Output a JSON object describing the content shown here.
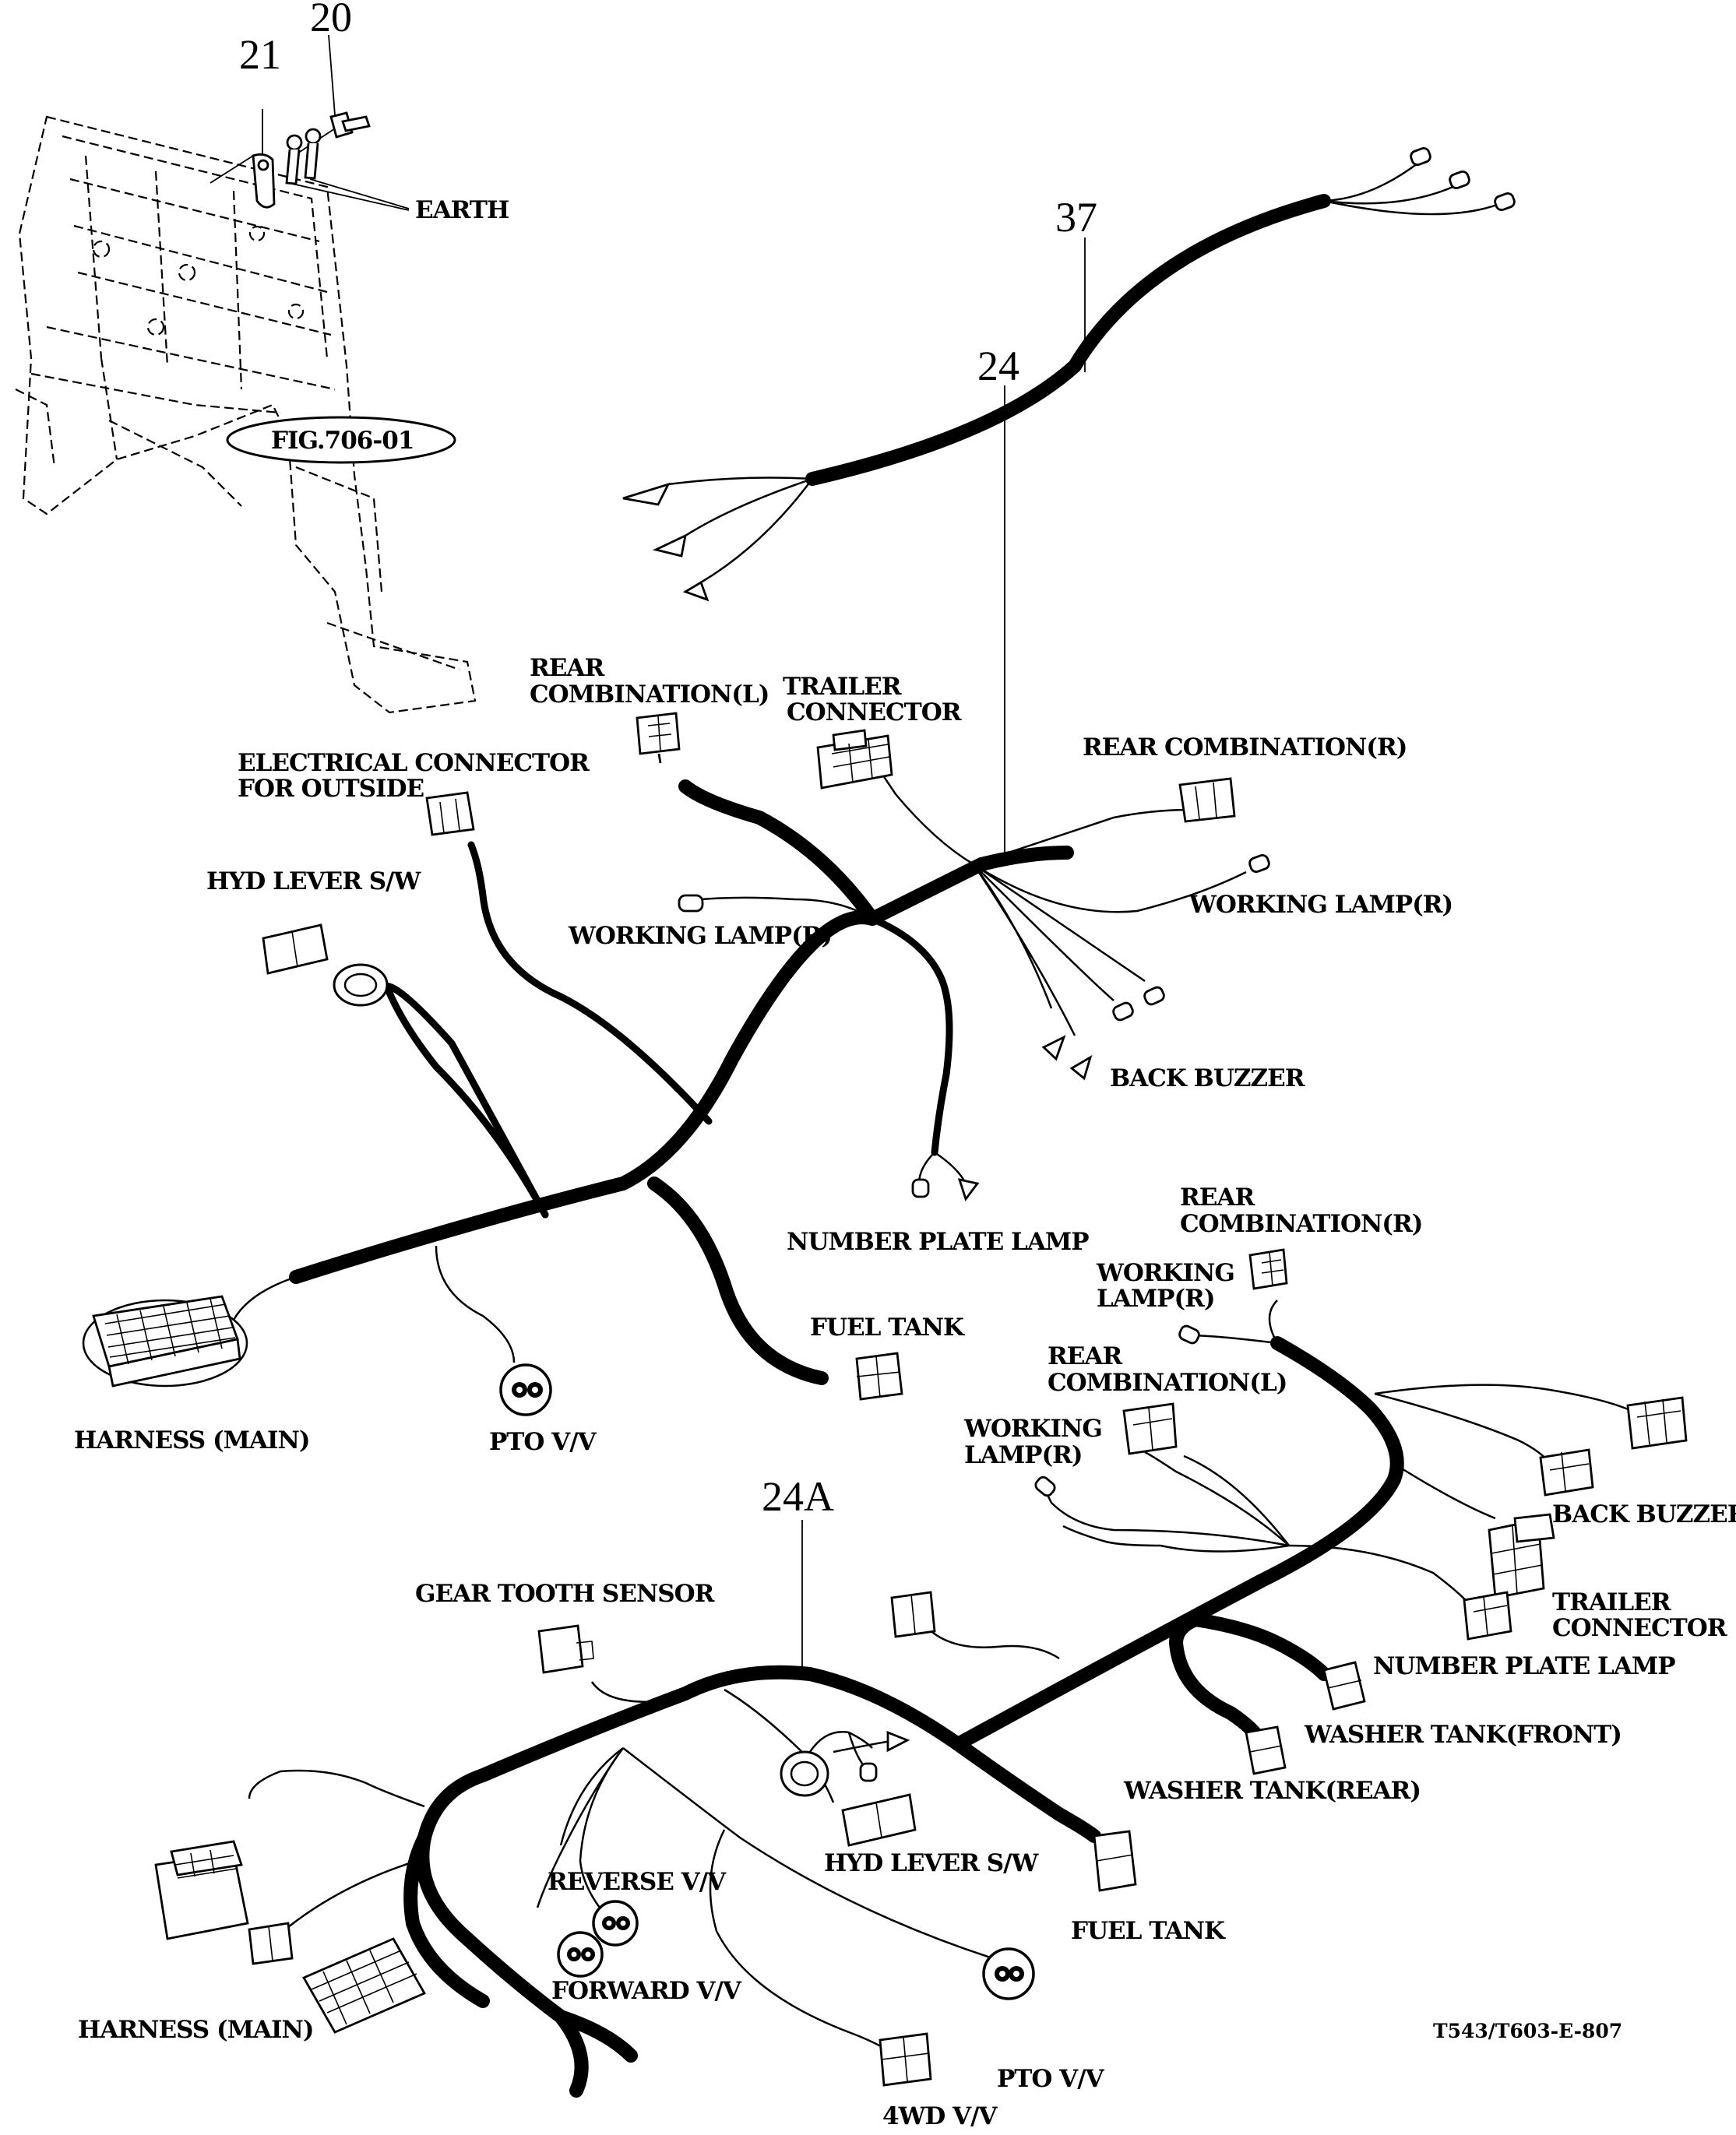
{
  "parts": {
    "p20": "20",
    "p21": "21",
    "p37": "37",
    "p24": "24",
    "p24a": "24A"
  },
  "figure_ref": "FIG.706-01",
  "drawing_code": "T543/T603-E-807",
  "top": {
    "earth": "EARTH"
  },
  "h24": {
    "rear_comb_l_1": "REAR",
    "rear_comb_l_2": "COMBINATION(L)",
    "trailer_1": "TRAILER",
    "trailer_2": "CONNECTOR",
    "rear_comb_r": "REAR COMBINATION(R)",
    "elec_1": "ELECTRICAL CONNECTOR",
    "elec_2": "FOR OUTSIDE",
    "hyd_lever": "HYD LEVER S/W",
    "working_lamp_left": "WORKING LAMP(R)",
    "working_lamp_right": "WORKING LAMP(R)",
    "back_buzzer": "BACK BUZZER",
    "number_plate": "NUMBER PLATE  LAMP",
    "fuel_tank": "FUEL TANK",
    "harness_main": "HARNESS (MAIN)",
    "pto": "PTO  V/V"
  },
  "h24a": {
    "rear_comb_r_1": "REAR",
    "rear_comb_r_2": "COMBINATION(R)",
    "working_lamp_1a": "WORKING",
    "working_lamp_1b": "LAMP(R)",
    "rear_comb_l_1": "REAR",
    "rear_comb_l_2": "COMBINATION(L)",
    "working_lamp_2a": "WORKING",
    "working_lamp_2b": "LAMP(R)",
    "back_buzzer": "BACK BUZZER",
    "trailer_1": "TRAILER",
    "trailer_2": "CONNECTOR",
    "number_plate": "NUMBER PLATE  LAMP",
    "washer_front": "WASHER TANK(FRONT)",
    "washer_rear": "WASHER TANK(REAR)",
    "gear_tooth": "GEAR TOOTH SENSOR",
    "hyd_lever": "HYD LEVER S/W",
    "fuel_tank": "FUEL TANK",
    "reverse": "REVERSE V/V",
    "forward": "FORWARD V/V",
    "harness_main": "HARNESS (MAIN)",
    "wd4": "4WD V/V",
    "pto": "PTO V/V"
  },
  "icons": [
    "wiring-harness",
    "multi-pin-connector",
    "ring-terminal",
    "grommet",
    "solenoid-valve",
    "bullet-terminal",
    "spade-terminal"
  ]
}
